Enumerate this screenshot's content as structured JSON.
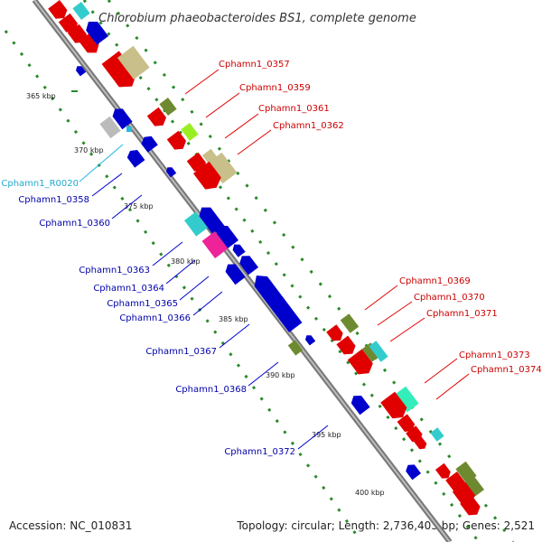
{
  "title": "Chlorobium phaeobacteroides BS1, complete genome",
  "footer": {
    "accession": "Accession: NC_010831",
    "topology": "Topology: circular; Length: 2,736,403 bp; Genes: 2,521"
  },
  "kbp_ticks": [
    "365 kbp",
    "370 kbp",
    "375 kbp",
    "380 kbp",
    "385 kbp",
    "390 kbp",
    "395 kbp",
    "400 kbp"
  ],
  "labels_forward": [
    "Cphamn1_0357",
    "Cphamn1_0359",
    "Cphamn1_0361",
    "Cphamn1_0362",
    "Cphamn1_0369",
    "Cphamn1_0370",
    "Cphamn1_0371",
    "Cphamn1_0373",
    "Cphamn1_0374"
  ],
  "labels_reverse": [
    "Cphamn1_R0020",
    "Cphamn1_0358",
    "Cphamn1_0360",
    "Cphamn1_0363",
    "Cphamn1_0364",
    "Cphamn1_0365",
    "Cphamn1_0366",
    "Cphamn1_0367",
    "Cphamn1_0368",
    "Cphamn1_0372"
  ],
  "colors": {
    "forward": "#e00000",
    "reverse": "#0000cc",
    "rna": "#22bbdd",
    "backbone": "#999999",
    "tick_dots": "#2a8a2a",
    "khaki": "#c8bf8a",
    "olive": "#6e8a30",
    "lime": "#99ee22",
    "magenta": "#ee2299",
    "cyan": "#33cccc",
    "teal": "#33eebb",
    "grey": "#bbbbbb"
  }
}
